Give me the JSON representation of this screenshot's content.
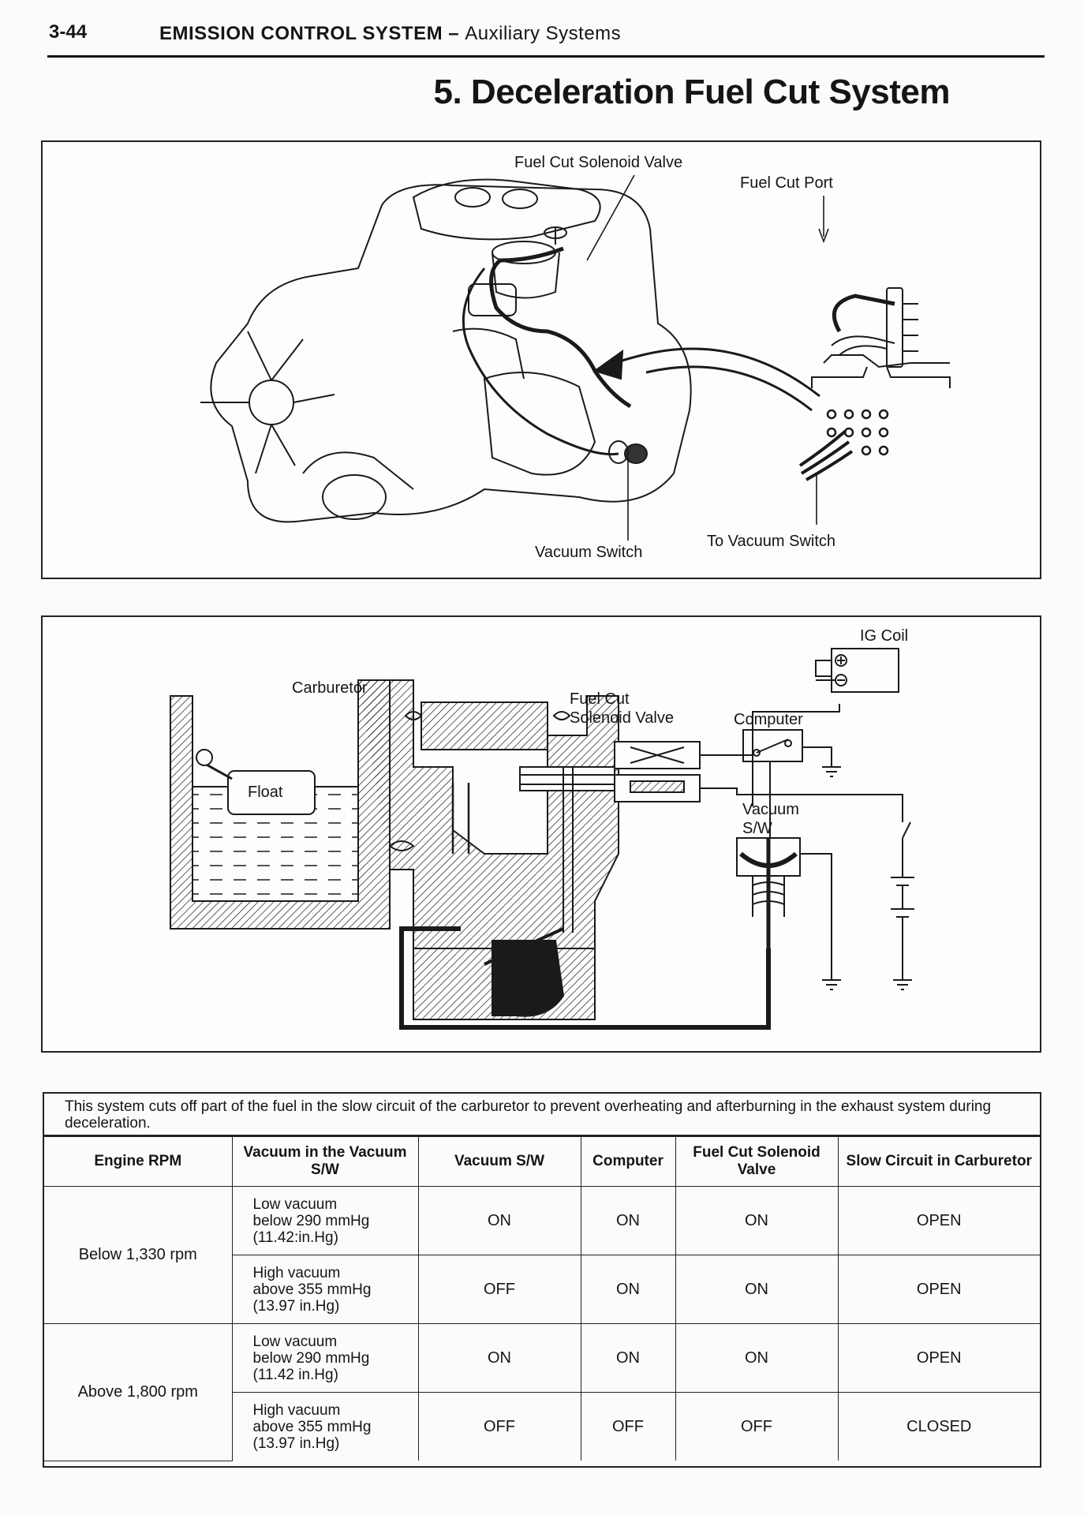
{
  "header": {
    "page_number": "3-44",
    "chapter": "EMISSION CONTROL SYSTEM",
    "subchapter": "Auxiliary Systems"
  },
  "title": "5. Deceleration Fuel Cut System",
  "figure1": {
    "labels": {
      "solenoid_valve": "Fuel Cut Solenoid Valve",
      "fuel_cut_port": "Fuel Cut Port",
      "vacuum_switch": "Vacuum Switch",
      "to_vacuum_switch": "To Vacuum Switch"
    }
  },
  "figure2": {
    "labels": {
      "ig_coil": "IG Coil",
      "carburetor": "Carburetor",
      "solenoid_valve": "Fuel Cut\nSolenoid Valve",
      "computer": "Computer",
      "float": "Float",
      "vacuum_sw": "Vacuum\nS/W"
    }
  },
  "table": {
    "intro": "This system cuts off part of the fuel in the slow circuit of the carburetor to prevent overheating and afterburning in the exhaust system during deceleration.",
    "headers": [
      "Engine RPM",
      "Vacuum in the Vacuum S/W",
      "Vacuum S/W",
      "Computer",
      "Fuel Cut Solenoid Valve",
      "Slow Circuit in Carburetor"
    ],
    "groups": [
      {
        "rpm": "Below 1,330 rpm",
        "rows": [
          {
            "vacuum": "Low vacuum\nbelow 290 mmHg\n(11.42:in.Hg)",
            "vacuum_sw": "ON",
            "computer": "ON",
            "solenoid": "ON",
            "slow_circuit": "OPEN"
          },
          {
            "vacuum": "High vacuum\nabove 355 mmHg\n(13.97 in.Hg)",
            "vacuum_sw": "OFF",
            "computer": "ON",
            "solenoid": "ON",
            "slow_circuit": "OPEN"
          }
        ]
      },
      {
        "rpm": "Above 1,800 rpm",
        "rows": [
          {
            "vacuum": "Low vacuum\nbelow 290 mmHg\n(11.42 in.Hg)",
            "vacuum_sw": "ON",
            "computer": "ON",
            "solenoid": "ON",
            "slow_circuit": "OPEN"
          },
          {
            "vacuum": "High vacuum\nabove 355 mmHg\n(13.97 in.Hg)",
            "vacuum_sw": "OFF",
            "computer": "OFF",
            "solenoid": "OFF",
            "slow_circuit": "CLOSED"
          }
        ]
      }
    ]
  }
}
